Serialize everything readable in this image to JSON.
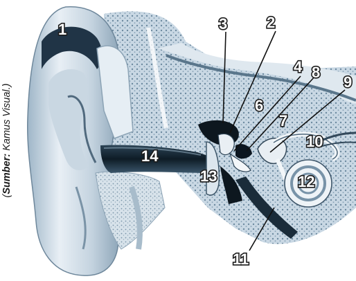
{
  "source": {
    "prefix": "(",
    "bold": "Sumber:",
    "rest": " Kamus Visual.)"
  },
  "labels": [
    {
      "text": "1"
    },
    {
      "text": "2"
    },
    {
      "text": "3"
    },
    {
      "text": "4"
    },
    {
      "text": "6"
    },
    {
      "text": "7"
    },
    {
      "text": "8"
    },
    {
      "text": "9"
    },
    {
      "text": "10"
    },
    {
      "text": "11"
    },
    {
      "text": "12"
    },
    {
      "text": "13"
    },
    {
      "text": "14"
    }
  ]
}
